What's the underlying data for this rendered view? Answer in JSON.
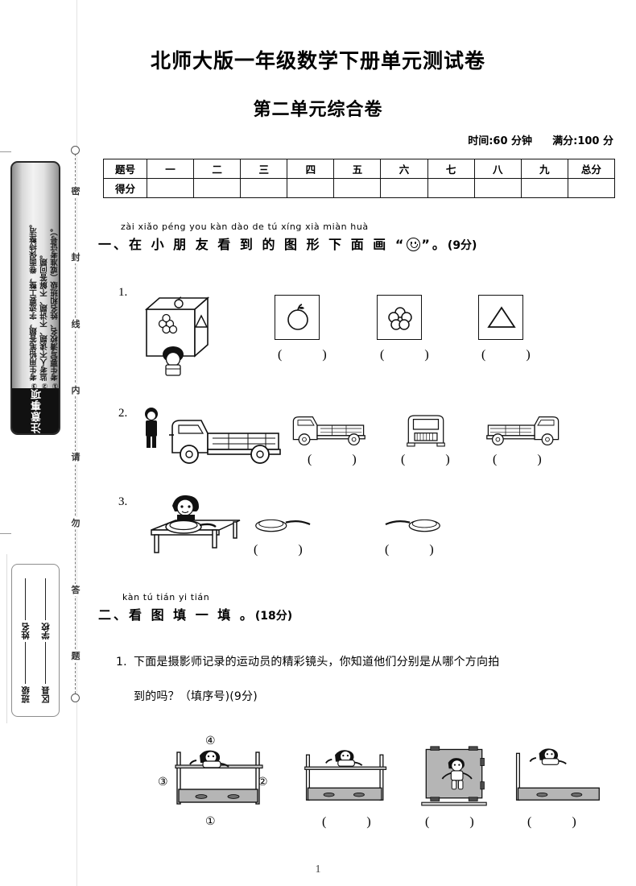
{
  "document": {
    "title": "北师大版一年级数学下册单元测试卷",
    "subtitle": "第二单元综合卷",
    "time_label": "时间:60 分钟",
    "score_label": "满分:100 分",
    "page_number": "1"
  },
  "notes_box": {
    "header": "注意事项",
    "items": [
      "①考生要写清校名、姓名和班级（或准考证号）。",
      "②监考人不读题、不讲题、不解答问题。",
      "③考生用铅笔答题，字迹要工整，卷面保持整洁。"
    ]
  },
  "seal": {
    "chars": [
      "密",
      "封",
      "线",
      "内",
      "请",
      "勿",
      "答",
      "题"
    ]
  },
  "info_box": {
    "row1_left": "区县",
    "row1_right": "学校",
    "row2_left": "班级",
    "row2_right": "姓名"
  },
  "score_table": {
    "row_labels": [
      "题号",
      "得分"
    ],
    "columns": [
      "一",
      "二",
      "三",
      "四",
      "五",
      "六",
      "七",
      "八",
      "九",
      "总分"
    ],
    "scores": [
      "",
      "",
      "",
      "",
      "",
      "",
      "",
      "",
      "",
      ""
    ]
  },
  "sections": [
    {
      "pinyin": "zài xiǎo péng you kàn dào de tú xíng xià miàn huà",
      "number": "一、",
      "title": "在 小 朋 友 看 到 的 图 形 下 面 画 “",
      "title_tail": "”。",
      "points": "(9分)",
      "smiley_icon": "smiley-face-icon",
      "questions": [
        {
          "num": "1.",
          "scene": "child-looking-at-cube",
          "cube_faces": {
            "top": "apple",
            "front": "flower",
            "side": "triangle"
          },
          "options": [
            {
              "shape": "apple-in-square",
              "answer": ""
            },
            {
              "shape": "flower-in-square",
              "answer": ""
            },
            {
              "shape": "triangle-in-square",
              "answer": ""
            }
          ]
        },
        {
          "num": "2.",
          "scene": "child-looking-at-truck",
          "options": [
            {
              "shape": "truck-side-view-left",
              "answer": ""
            },
            {
              "shape": "truck-front-view",
              "answer": ""
            },
            {
              "shape": "truck-side-view-right",
              "answer": ""
            }
          ]
        },
        {
          "num": "3.",
          "scene": "child-looking-at-pan-on-table",
          "options": [
            {
              "shape": "pan-handle-right",
              "answer": ""
            },
            {
              "shape": "pan-handle-left",
              "answer": ""
            }
          ]
        }
      ]
    },
    {
      "pinyin": "kàn tú tián yi tián",
      "number": "二、",
      "title": "看 图 填 一 填 。",
      "points": "(18分)",
      "questions": [
        {
          "num": "1.",
          "text_line1": "下面是摄影师记录的运动员的精彩镜头，你知道他们分别是从哪个方向拍",
          "text_line2": "到的吗？（填序号)(9分)",
          "scene": "high-jump-with-direction-markers",
          "markers": [
            "①",
            "②",
            "③",
            "④"
          ],
          "options": [
            {
              "shape": "high-jump-side-view",
              "answer": ""
            },
            {
              "shape": "high-jump-front-view",
              "answer": ""
            },
            {
              "shape": "high-jump-other-side-view",
              "answer": ""
            }
          ]
        }
      ]
    }
  ],
  "colors": {
    "ink": "#111111",
    "paper": "#ffffff",
    "mat_gray": "#b5b5b5"
  }
}
